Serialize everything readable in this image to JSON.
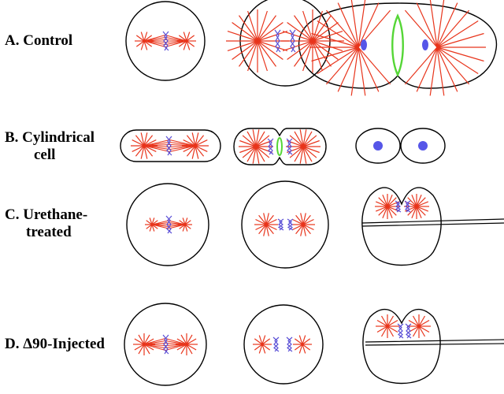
{
  "colors": {
    "microtubule": "#e8351c",
    "chromosome": "#5a4fd6",
    "contractile_ring": "#55d636",
    "nucleus": "#5656e8",
    "outline": "#000000",
    "background": "#ffffff"
  },
  "rows": [
    {
      "id": "control",
      "label_line1": "A. Control",
      "label_line2": ""
    },
    {
      "id": "cylindrical",
      "label_line1": "B. Cylindrical",
      "label_line2": "cell"
    },
    {
      "id": "urethane",
      "label_line1": "C. Urethane-",
      "label_line2": "treated"
    },
    {
      "id": "d90",
      "label_line1": "D. Δ90-Injected",
      "label_line2": ""
    }
  ]
}
